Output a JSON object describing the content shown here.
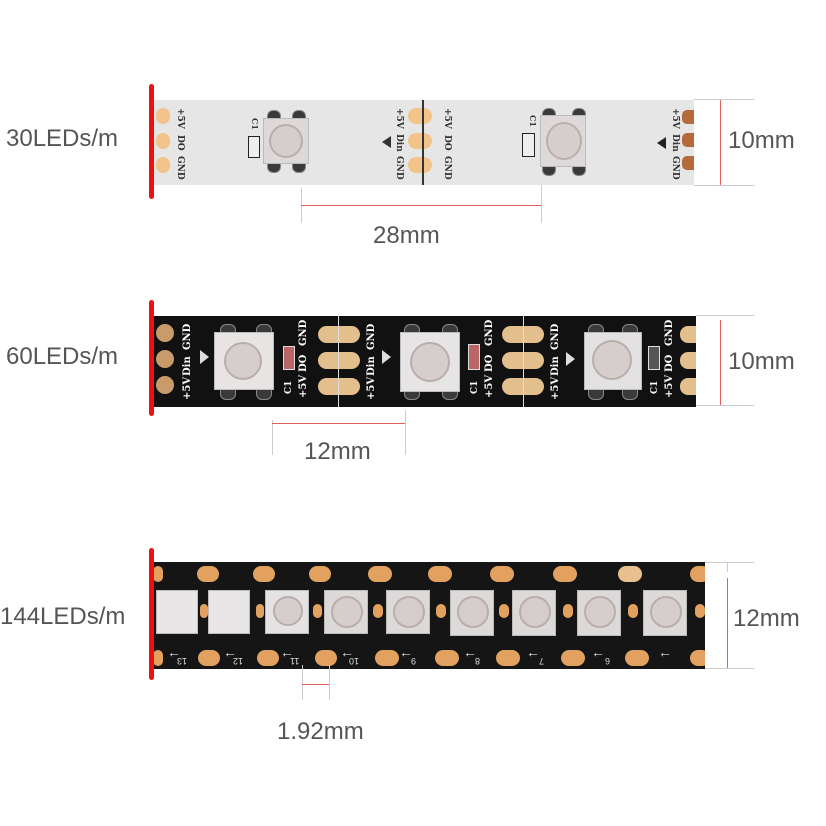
{
  "strips": [
    {
      "density_label": "30LEDs/m",
      "width_label": "10mm",
      "pitch_label": "28mm",
      "pcb_color": "#e6e6e6",
      "pad_color": "#f2c48a",
      "silkscreen": [
        "+5V",
        "DO",
        "GND",
        "+5V",
        "Din",
        "GND",
        "C1"
      ]
    },
    {
      "density_label": "60LEDs/m",
      "width_label": "10mm",
      "pitch_label": "12mm",
      "pcb_color": "#111111",
      "pad_color": "#e2bf8c",
      "silkscreen": [
        "GND",
        "Din",
        "+5V",
        "GND",
        "DO",
        "+5V",
        "C1"
      ]
    },
    {
      "density_label": "144LEDs/m",
      "width_label": "12mm",
      "pitch_label": "1.92mm",
      "pcb_color": "#151515",
      "pad_color": "#e3a160",
      "led_numbers": [
        "13",
        "12",
        "11",
        "10",
        "9",
        "8",
        "7",
        "6"
      ]
    }
  ],
  "colors": {
    "cut_mark": "#ee1111",
    "dimension_line": "#e06060",
    "label_text": "#555555"
  }
}
